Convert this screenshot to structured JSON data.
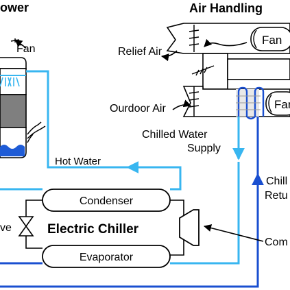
{
  "cooling_tower": {
    "title": "ower",
    "fan_label": "Fan"
  },
  "air_handling": {
    "title": "Air Handling",
    "fan_top_label": "Fan",
    "fan_bottom_label": "Fan",
    "relief_air_label": "Relief Air",
    "outdoor_air_label": "Ourdoor Air"
  },
  "chilled_water": {
    "supply_line1": "Chilled Water",
    "supply_line2": "Supply",
    "return_line1": "Chill",
    "return_line2": "Retu"
  },
  "hot_water_label": "Hot Water",
  "chiller": {
    "condenser_label": "Condenser",
    "evaporator_label": "Evaporator",
    "title": "Electric Chiller",
    "valve_label": "ve",
    "compressor_label": "Com"
  },
  "colors": {
    "cooling_water": "#38b6f0",
    "chilled_supply": "#38b6f0",
    "chilled_return": "#1a4fd0",
    "tower_fill": "#7f7f7f",
    "water": "#1e5bd6",
    "outline": "#000000"
  }
}
